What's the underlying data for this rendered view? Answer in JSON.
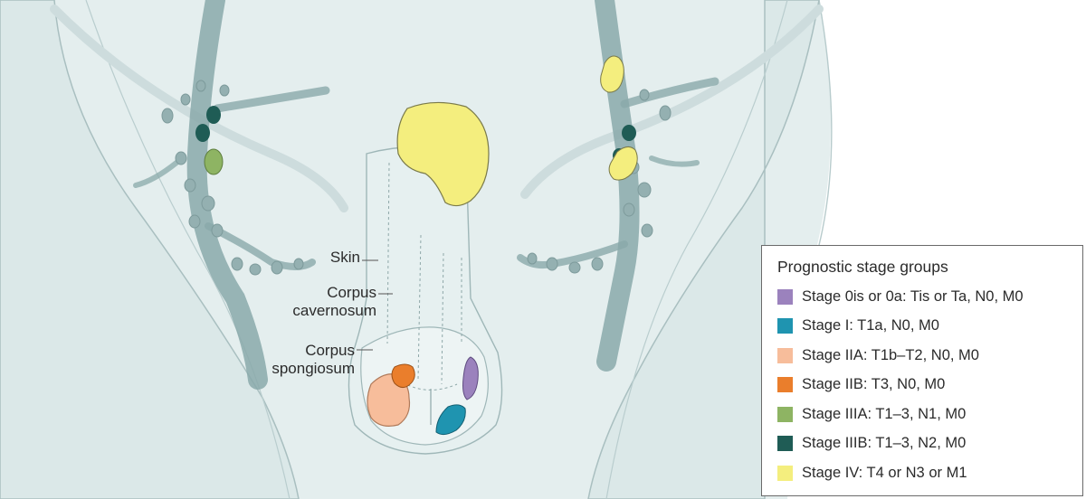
{
  "labels": {
    "skin": "Skin",
    "corpus_cavernosum_line1": "Corpus",
    "corpus_cavernosum_line2": "cavernosum",
    "corpus_spongiosum_line1": "Corpus",
    "corpus_spongiosum_line2": "spongiosum"
  },
  "legend": {
    "title": "Prognostic stage groups",
    "items": [
      {
        "label": "Stage 0is or 0a: Tis or Ta, N0, M0",
        "color": "#9b82bd"
      },
      {
        "label": "Stage I: T1a, N0, M0",
        "color": "#1f94b0"
      },
      {
        "label": "Stage IIA: T1b–T2, N0, M0",
        "color": "#f7bd9b"
      },
      {
        "label": "Stage IIB: T3, N0, M0",
        "color": "#ea7e2c"
      },
      {
        "label": "Stage IIIA: T1–3, N1, M0",
        "color": "#8eb463"
      },
      {
        "label": "Stage IIIB: T1–3, N2, M0",
        "color": "#1f5c55"
      },
      {
        "label": "Stage IV: T4 or N3 or M1",
        "color": "#f4ee7e"
      }
    ]
  },
  "colors": {
    "body": "#e4eeee",
    "body_outline": "#a9bfc0",
    "vessel": "#8aa9aa",
    "node": "#94b0b1"
  }
}
